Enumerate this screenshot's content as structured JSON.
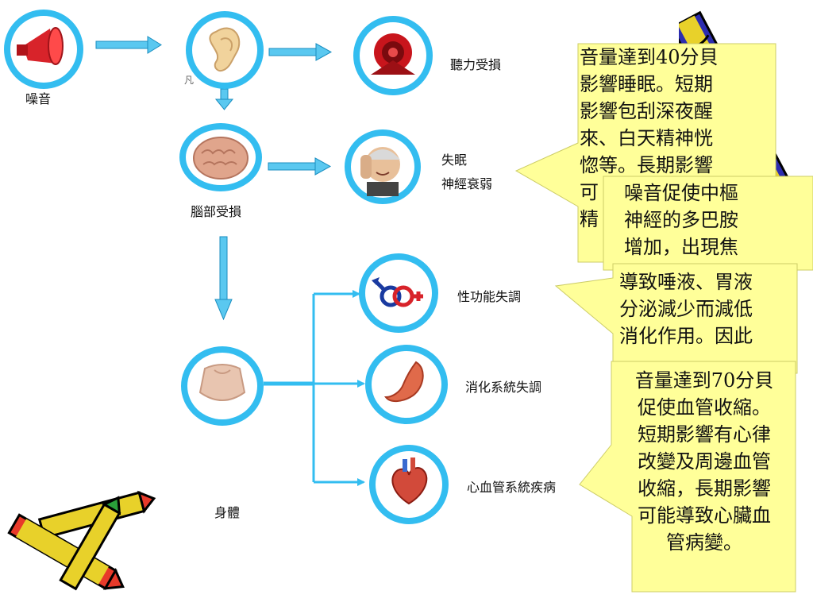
{
  "nodes": {
    "noise": "噪音",
    "ear_fragment": "凡",
    "hearing": "聽力受損",
    "insomnia_line1": "失眠",
    "insomnia_line2": "神經衰弱",
    "brain": "腦部受損",
    "sexual": "性功能失調",
    "digestive": "消化系統失調",
    "cardio": "心血管系統疾病",
    "body": "身體"
  },
  "callouts": {
    "c1": [
      "音量達到40分貝",
      "影響睡眠。短期",
      "影響包刮深夜醒",
      "來、白天精神恍",
      "惚等。長期影響",
      "可",
      "精"
    ],
    "c2": [
      "噪音促使中樞",
      "神經的多巴胺",
      "增加，出現焦"
    ],
    "c3": [
      "導致唾液、胃液",
      "分泌減少而減低",
      "消化作用。因此"
    ],
    "c4": [
      "音量達到70分貝",
      "促使血管收縮。",
      "短期影響有心律",
      "改變及周邊血管",
      "收縮，長期影響",
      "可能導致心臟血",
      "管病變。"
    ]
  },
  "colors": {
    "ring": "#33bdf0",
    "arrow": "#33bdf0",
    "callout_fill": "#ffff99"
  },
  "icons": [
    "megaphone-icon",
    "ear-icon",
    "broken-speaker-icon",
    "brain-icon",
    "headache-man-icon",
    "gender-symbol-icon",
    "torso-icon",
    "stomach-icon",
    "heart-icon",
    "crayons-icon"
  ]
}
